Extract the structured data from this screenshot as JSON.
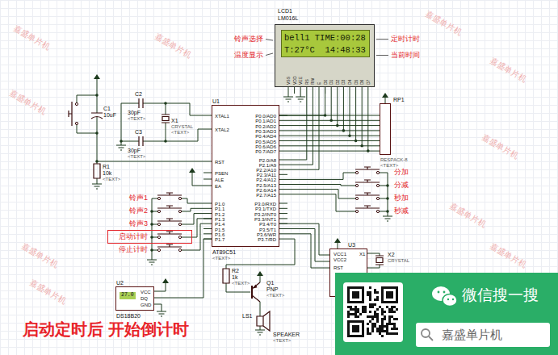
{
  "diagram": {
    "caption": "启动定时后 开始倒计时",
    "nodes": [
      {
        "text": [
          "LCD1",
          "LM016L"
        ]
      },
      {
        "text": [
          "bell1 TIME:00:28",
          "T:27°C  14:48:33"
        ],
        "in": 0
      },
      {
        "text": [
          "U1",
          "XTAL1",
          "XTAL2",
          "RST",
          "PSEN",
          "ALE",
          "EA",
          "P1.0",
          "P1.1",
          "P1.2",
          "P1.3",
          "P1.4",
          "P1.5",
          "P1.6",
          "P1.7",
          "P0.0/AD0",
          "P0.1/AD1",
          "P0.2/AD2",
          "P0.3/AD3",
          "P0.4/AD4",
          "P0.5/AD5",
          "P0.6/AD6",
          "P0.7/AD7",
          "P2.0/A8",
          "P2.1/A9",
          "P2.2/A10",
          "P2.3/A11",
          "P2.4/A12",
          "P2.5/A13",
          "P2.6/A14",
          "P2.7/A15",
          "P3.0/RXD",
          "P3.1/TXD",
          "P3.2/INT0",
          "P3.3/INT1",
          "P3.4/T0",
          "P3.5/T1",
          "P3.6/WR",
          "P3.7/RD",
          "AT89C51",
          "<TEXT>"
        ]
      },
      {
        "text": [
          "RP1",
          "RESPACK-8",
          "<TEXT>"
        ]
      },
      {
        "text": [
          "启动计时"
        ]
      },
      {
        "text": [
          "U3",
          "VCC1",
          "VCC2",
          "X1",
          "RST"
        ]
      },
      {
        "text": [
          "U2",
          "27.0",
          "VCC",
          "DQ",
          "GND",
          "DS18B20"
        ]
      },
      {
        "text": [
          "微信搜一搜"
        ]
      },
      {
        "text": [
          "嘉盛单片机"
        ],
        "in": 7
      }
    ],
    "edges": [
      {
        "from": 0,
        "to": 2,
        "arrow": "none"
      },
      {
        "from": 2,
        "to": 3,
        "arrow": "none"
      },
      {
        "from": 2,
        "to": 5,
        "arrow": "none"
      },
      {
        "from": 6,
        "to": 2,
        "arrow": "none"
      },
      {
        "from": 4,
        "to": 2,
        "arrow": "none"
      }
    ],
    "labels": [
      "铃声选择",
      "温度显示",
      "定时计时",
      "当前时间",
      "VSS",
      "VDD",
      "VEE",
      "RS",
      "RW",
      "E",
      "D0",
      "D1",
      "D2",
      "D3",
      "D4",
      "D5",
      "D6",
      "D7",
      "C1",
      "10uF",
      "C2",
      "30pF",
      "<TEXT>",
      "C3",
      "30pF",
      "<TEXT>",
      "X1",
      "CRYSTAL",
      "<TEXT>",
      "R1",
      "10k",
      "<TEXT>",
      "分加",
      "分减",
      "秒加",
      "秒减",
      "铃声1",
      "铃声2",
      "铃声3",
      "停止计时",
      "X2",
      "CRYSTAL",
      "R2",
      "1k",
      "<TEXT>",
      "Q1",
      "PNP",
      "<TEXT>",
      "LS1",
      "SPEAKER",
      "<TEXT>",
      "嘉盛单片机",
      "嘉盛单片机",
      "嘉盛单片机",
      "嘉盛单片机",
      "嘉盛单片机",
      "嘉盛单片机",
      "嘉盛单片机",
      "嘉盛单片机",
      "嘉盛单片机",
      "嘉盛单片机"
    ]
  }
}
